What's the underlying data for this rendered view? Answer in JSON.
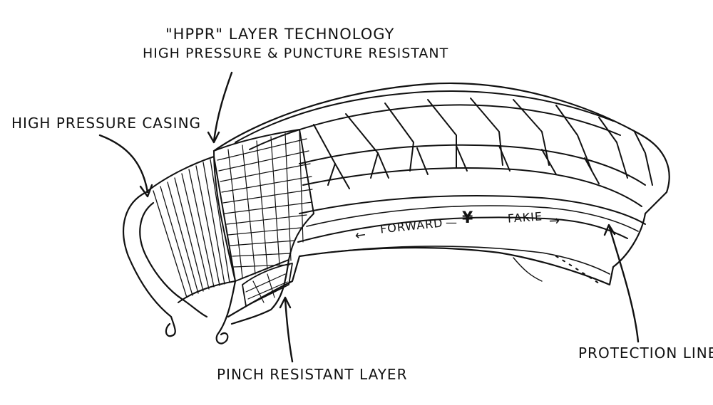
{
  "labels": {
    "hppr_title": "\"HPPR\" LAYER TECHNOLOGY",
    "hppr_subtitle": "HIGH PRESSURE & PUNCTURE RESISTANT",
    "casing": "HIGH PRESSURE CASING",
    "protection": "PROTECTION LINE",
    "pinch": "PINCH RESISTANT LAYER"
  },
  "tread_text": {
    "forward": "FORWARD",
    "fakie": "FAKIE",
    "logo_glyph": "¥",
    "arrow_left": "←",
    "arrow_right": "→",
    "dash": "—"
  },
  "colors": {
    "ink": "#111111",
    "background": "#ffffff"
  }
}
